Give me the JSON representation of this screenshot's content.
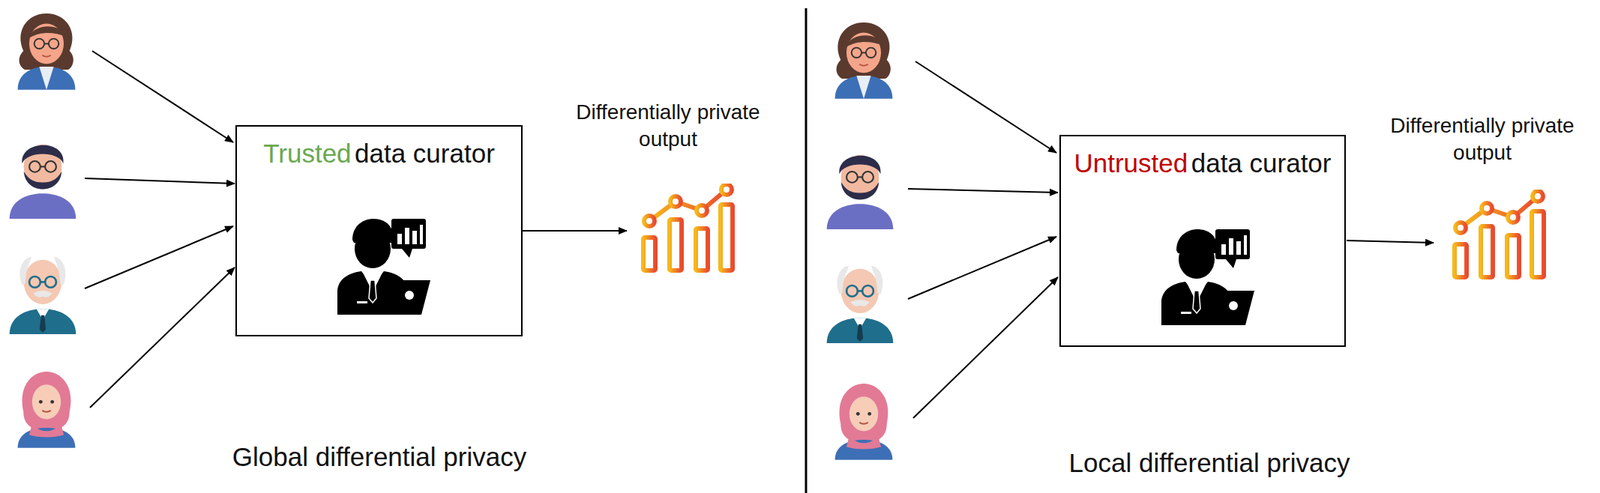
{
  "diagram": {
    "nodes": [
      {
        "text": [
          "Trusted",
          "data curator"
        ]
      },
      {
        "text": [
          "Untrusted",
          "data curator"
        ]
      }
    ],
    "labels": [
      "Differentially private output",
      "Global differential privacy",
      "Differentially private output",
      "Local differential privacy"
    ]
  }
}
